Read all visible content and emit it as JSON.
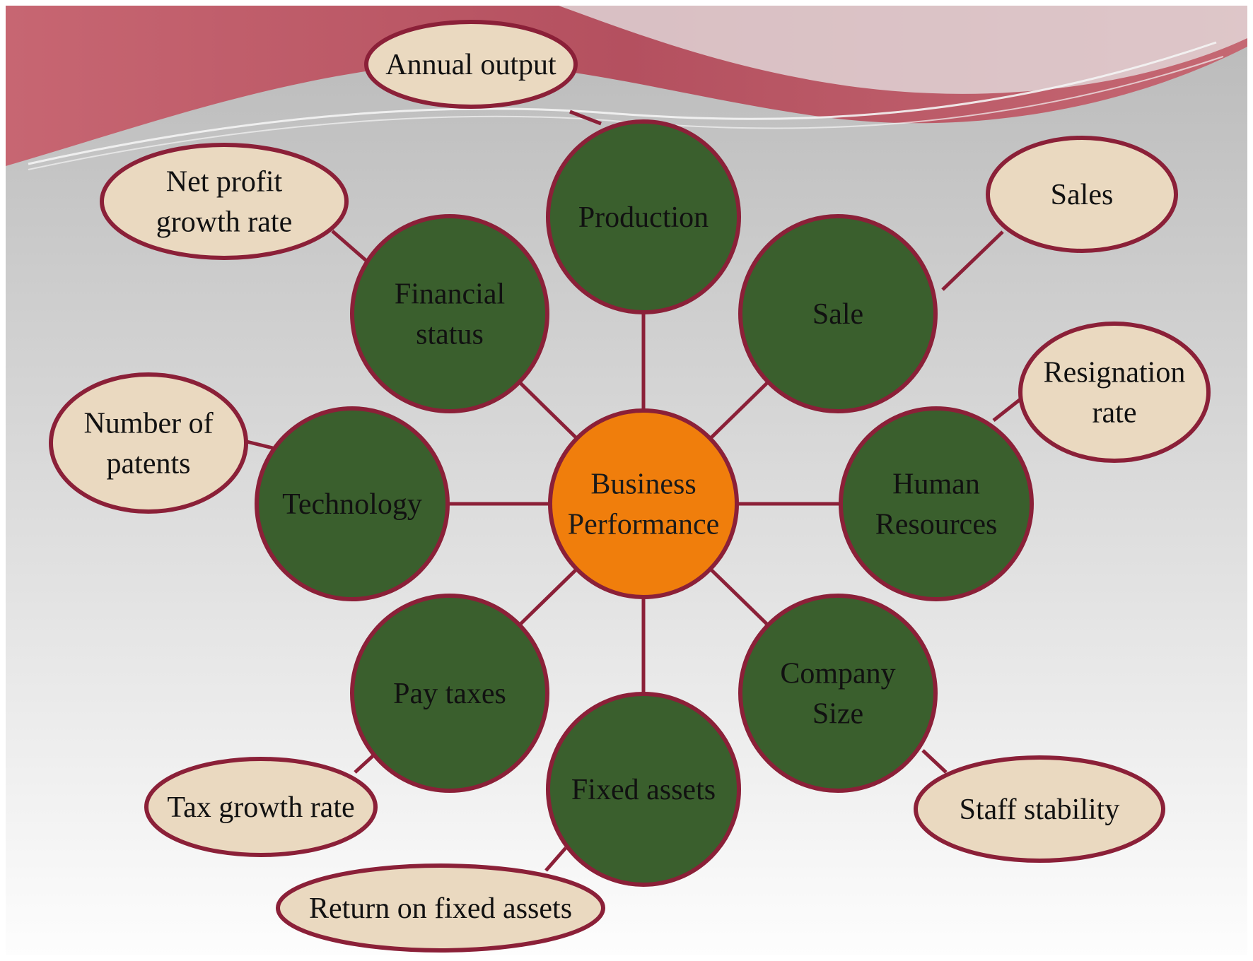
{
  "colors": {
    "center_fill": "#f07e0c",
    "category_fill": "#3a5f2d",
    "metric_fill": "#ead9c0",
    "outline": "#8b2038",
    "connector": "#8b2038",
    "banner": "#c15e6b"
  },
  "center": {
    "label": [
      "Business",
      "Performance"
    ]
  },
  "categories": [
    {
      "id": "production",
      "label": [
        "Production"
      ],
      "metric": [
        "Annual output"
      ]
    },
    {
      "id": "sale",
      "label": [
        "Sale"
      ],
      "metric": [
        "Sales"
      ]
    },
    {
      "id": "human-resources",
      "label": [
        "Human",
        "Resources"
      ],
      "metric": [
        "Resignation",
        "rate"
      ]
    },
    {
      "id": "company-size",
      "label": [
        "Company",
        "Size"
      ],
      "metric": [
        "Staff stability"
      ]
    },
    {
      "id": "fixed-assets",
      "label": [
        "Fixed assets"
      ],
      "metric": [
        "Return on fixed assets"
      ]
    },
    {
      "id": "pay-taxes",
      "label": [
        "Pay taxes"
      ],
      "metric": [
        "Tax growth rate"
      ]
    },
    {
      "id": "technology",
      "label": [
        "Technology"
      ],
      "metric": [
        "Number of",
        "patents"
      ]
    },
    {
      "id": "financial-status",
      "label": [
        "Financial",
        "status"
      ],
      "metric": [
        "Net profit",
        "growth rate"
      ]
    }
  ]
}
